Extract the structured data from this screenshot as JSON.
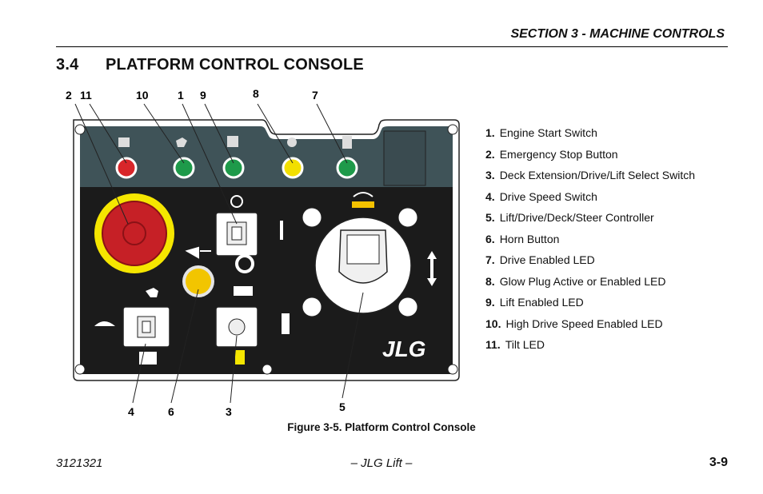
{
  "header": {
    "section": "SECTION 3 - MACHINE CONTROLS"
  },
  "title": {
    "number": "3.4",
    "text": "PLATFORM CONTROL CONSOLE"
  },
  "figure": {
    "callouts_top": [
      "2",
      "11",
      "10",
      "1",
      "9",
      "8",
      "7"
    ],
    "callouts_bottom": [
      "4",
      "6",
      "3",
      "5"
    ],
    "brand": "JLG",
    "caption": "Figure 3-5. Platform Control Console",
    "colors": {
      "led_red": "#d8262a",
      "led_green": "#1e9a4a",
      "led_yellow": "#f2df00",
      "panel_top": "#3f5358",
      "estop_ring": "#f5e600",
      "brand_yellow": "#f2c500"
    }
  },
  "legend": [
    {
      "num": "1.",
      "text": "Engine Start Switch"
    },
    {
      "num": "2.",
      "text": "Emergency Stop Button"
    },
    {
      "num": "3.",
      "text": "Deck Extension/Drive/Lift Select Switch"
    },
    {
      "num": "4.",
      "text": "Drive Speed Switch"
    },
    {
      "num": "5.",
      "text": "Lift/Drive/Deck/Steer Controller"
    },
    {
      "num": "6.",
      "text": "Horn Button"
    },
    {
      "num": "7.",
      "text": "Drive Enabled LED"
    },
    {
      "num": "8.",
      "text": "Glow Plug Active or Enabled LED"
    },
    {
      "num": "9.",
      "text": "Lift Enabled LED"
    },
    {
      "num": "10.",
      "text": "High Drive Speed Enabled LED"
    },
    {
      "num": "11.",
      "text": "Tilt LED"
    }
  ],
  "footer": {
    "doc_number": "3121321",
    "center": "– JLG Lift –",
    "page": "3-9"
  }
}
